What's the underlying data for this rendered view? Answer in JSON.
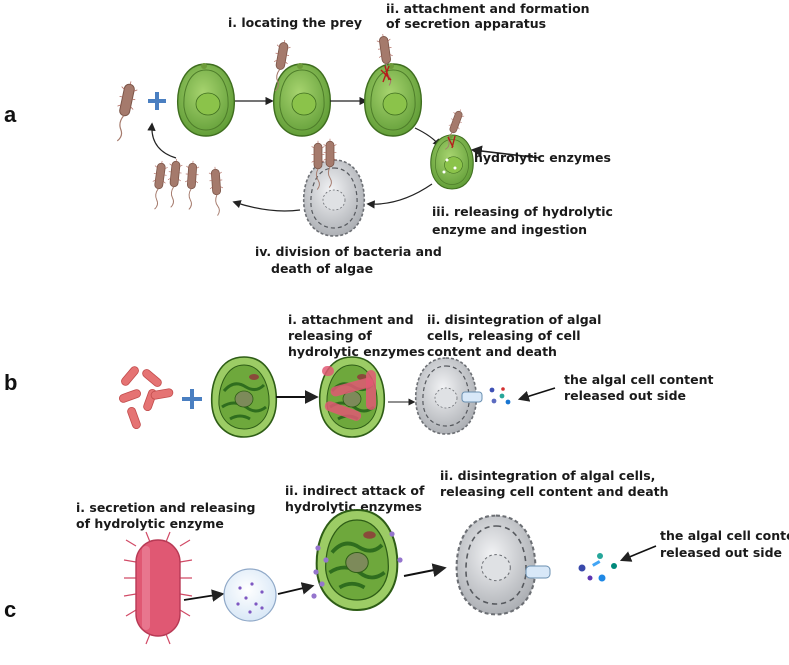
{
  "panels": [
    {
      "letter": "a",
      "labels": {
        "step1": "i. locating the prey",
        "step2_line1": "ii. attachment and formation",
        "step2_line2": "of secretion apparatus",
        "enzymes": "hydrolytic enzymes",
        "step3_line1": "iii. releasing of hydrolytic",
        "step3_line2": "enzyme and ingestion",
        "step4_line1": "iv. division of bacteria and",
        "step4_line2": "death of algae"
      }
    },
    {
      "letter": "b",
      "labels": {
        "step1_line1": "i. attachment and",
        "step1_line2": "releasing of",
        "step1_line3": "hydrolytic enzymes",
        "step2_line1": "ii. disintegration of algal",
        "step2_line2": "cells, releasing of cell",
        "step2_line3": "content and death",
        "content_line1": "the algal cell content",
        "content_line2": "released out side"
      }
    },
    {
      "letter": "c",
      "labels": {
        "step1_line1": "i. secretion and releasing",
        "step1_line2": "of hydrolytic enzyme",
        "step2_line1": "ii. indirect attack of",
        "step2_line2": "hydrolytic enzymes",
        "step3_line1": "ii. disintegration of algal cells,",
        "step3_line2": "releasing cell content and death",
        "content_line1": "the algal cell content",
        "content_line2": "released out side"
      }
    }
  ],
  "colors": {
    "algae_green": "#7cb342",
    "algae_dark": "#4e7d2a",
    "bacteria_brown": "#a57a6c",
    "bacteria_red": "#e57373",
    "big_bacterium": "#e05873",
    "plus_blue": "#4a7fc1",
    "dead_cell_gray": "#c9ccd1",
    "arrow": "#222222"
  }
}
